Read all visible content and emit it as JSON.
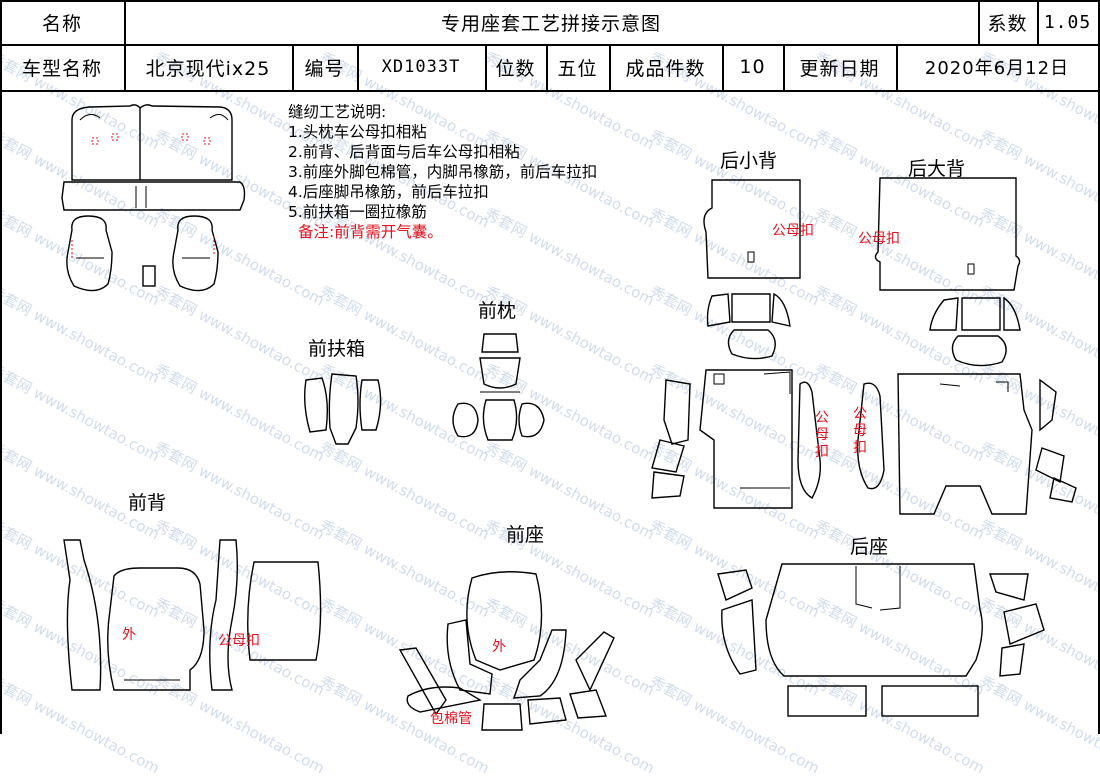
{
  "header": {
    "name_label": "名称",
    "title": "专用座套工艺拼接示意图",
    "coef_label": "系数",
    "coef_value": "1.05",
    "model_label": "车型名称",
    "model_value": "北京现代ix25",
    "code_label": "编号",
    "code_value": "XD1033T",
    "seats_label": "位数",
    "seats_value": "五位",
    "pieces_label": "成品件数",
    "pieces_value": "10",
    "date_label": "更新日期",
    "date_value": "2020年6月12日"
  },
  "notes": {
    "heading": "缝纫工艺说明:",
    "items": [
      "1.头枕车公母扣相粘",
      "2.前背、后背面与后车公母扣相粘",
      "3.前座外脚包棉管，内脚吊橡筋，前后车拉扣",
      "4.后座脚吊橡筋，前后车拉扣",
      "5.前扶箱一圈拉橡筋"
    ],
    "remark": "备注:前背需开气囊。"
  },
  "sections": {
    "rear_small_back": "后小背",
    "rear_big_back": "后大背",
    "front_headrest": "前枕",
    "front_armrest": "前扶箱",
    "front_back": "前背",
    "front_seat": "前座",
    "rear_seat": "后座"
  },
  "annotations": {
    "snap": "公母扣",
    "outer": "外",
    "cotton_tube": "包棉管"
  },
  "watermark": {
    "cn": "秀套网",
    "url": "www.showtao.com"
  },
  "colors": {
    "annotation_red": "#e0141e",
    "line": "#000000",
    "watermark": "#9bb3d6"
  }
}
